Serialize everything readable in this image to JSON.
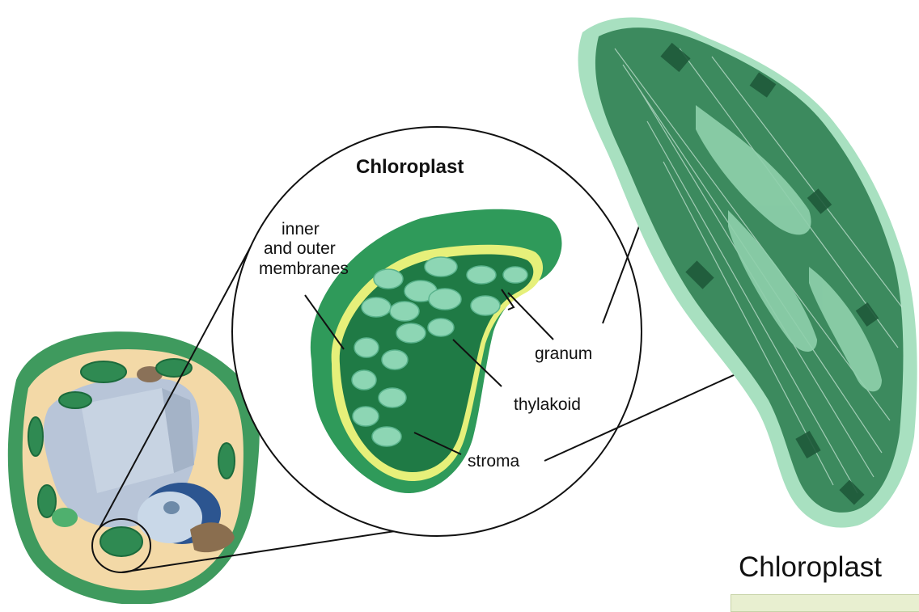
{
  "diagram": {
    "title": "Chloroplast",
    "caption": "Chloroplast",
    "labels": {
      "membranes": [
        "inner",
        "and outer",
        "membranes"
      ],
      "granum": "granum",
      "thylakoid": "thylakoid",
      "stroma": "stroma"
    }
  }
}
